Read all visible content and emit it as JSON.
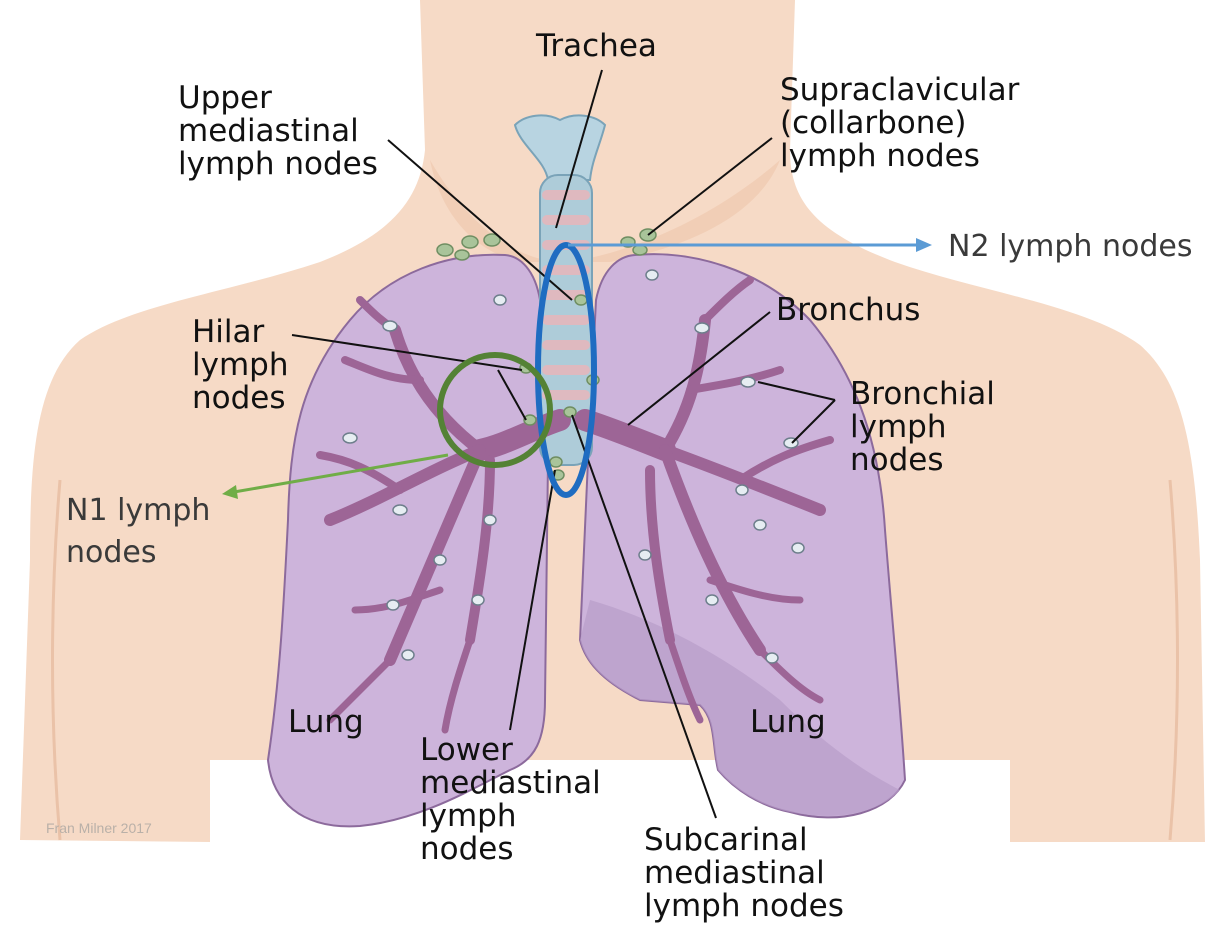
{
  "labels": {
    "trachea": [
      "Trachea"
    ],
    "upper_mediastinal": [
      "Upper",
      "mediastinal",
      "lymph nodes"
    ],
    "supraclavicular": [
      "Supraclavicular",
      "(collarbone)",
      "lymph nodes"
    ],
    "bronchus": [
      "Bronchus"
    ],
    "hilar": [
      "Hilar",
      "lymph",
      "nodes"
    ],
    "bronchial": [
      "Bronchial",
      "lymph",
      "nodes"
    ],
    "lung_left": [
      "Lung"
    ],
    "lung_right": [
      "Lung"
    ],
    "lower_mediastinal": [
      "Lower",
      "mediastinal",
      "lymph",
      "nodes"
    ],
    "subcarinal": [
      "Subcarinal",
      "mediastinal",
      "lymph nodes"
    ],
    "n2": [
      "N2 lymph nodes"
    ],
    "n1": [
      "N1 lymph",
      "nodes"
    ]
  },
  "credit": "Fran Milner 2017",
  "colors": {
    "skin": "#f6dac6",
    "skin_shadow": "#eec6ac",
    "lung_fill": "#cdb4db",
    "lung_edge": "#8c6a9c",
    "bronchi": "#9d6596",
    "trachea": "#aeccd9",
    "node_fill": "#a9c49a",
    "n2_marker": "#1f6cc1",
    "n2_arrow": "#5b9bd5",
    "n1_marker": "#548235",
    "n1_arrow": "#70ad47"
  }
}
